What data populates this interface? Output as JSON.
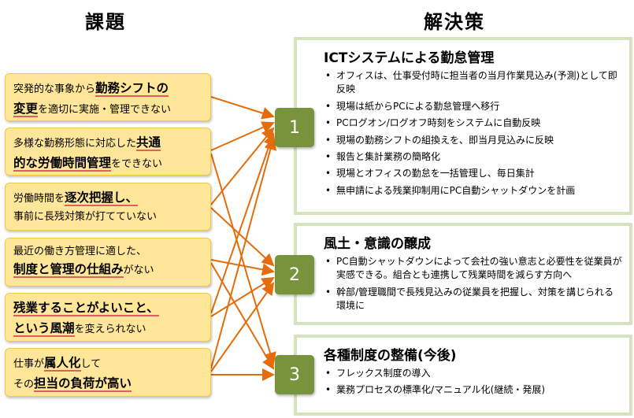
{
  "left_header": "課題",
  "right_header": "解決策",
  "issues": [
    {
      "l1a": "突発的な事象から",
      "l1b": "勤務シフトの",
      "l2a": "変更",
      "l2b": "を適切に実施・管理できない"
    },
    {
      "l1a": "多様な勤務形態に対応した",
      "l1b": "共通",
      "l2a": "的な労働時間管理",
      "l2b": "をできない"
    },
    {
      "l1a": "労働時間を",
      "l1b": "逐次把握し、",
      "l2a": "事前に長残対策が打てていない",
      "l2b": ""
    },
    {
      "l1a": "最近の働き方管理に適した、",
      "l1b": "",
      "l2a": "制度と管理の仕組み",
      "l2b": "がない"
    },
    {
      "l1a": "",
      "l1b": "残業することがよいこと、",
      "l2a": "という風潮",
      "l2b": "を変えられない"
    },
    {
      "l1a": "仕事が",
      "l1b": "属人化",
      "l1c": "して",
      "l2a": "その",
      "l2b": "担当の負荷が高い"
    }
  ],
  "solutions": [
    {
      "number": "1",
      "title": "ICTシステムによる勤怠管理",
      "items": [
        "オフィスは、仕事受付時に担当者の当月作業見込み(予測)として即反映",
        "現場は紙からPCによる勤怠管理へ移行",
        "PCログオン/ログオフ時刻をシステムに自動反映",
        "現場の勤務シフトの組換えを、即当月見込みに反映",
        "報告と集計業務の簡略化",
        "現場とオフィスの勤怠を一括管理し、毎日集計",
        "無申請による残業抑制用にPC自動シャットダウンを計画"
      ]
    },
    {
      "number": "2",
      "title": "風土・意識の醸成",
      "items": [
        "PC自動シャットダウンによって会社の強い意志と必要性を従業員が実感できる。組合とも連携して残業時間を減らす方向へ",
        "幹部/管理職間で長残見込みの従業員を把握し、対策を講じられる環境に"
      ]
    },
    {
      "number": "3",
      "title": "各種制度の整備(今後)",
      "items": [
        "フレックス制度の導入",
        "業務プロセスの標準化/マニュアル化(継続・発展)"
      ]
    }
  ],
  "colors": {
    "issue_fill": "#ffe699",
    "issue_border": "#f5c842",
    "number_fill": "#77933c",
    "solution_border": "#d6e3bc",
    "arrow": "#e46c0a",
    "underline": "#e06060"
  }
}
